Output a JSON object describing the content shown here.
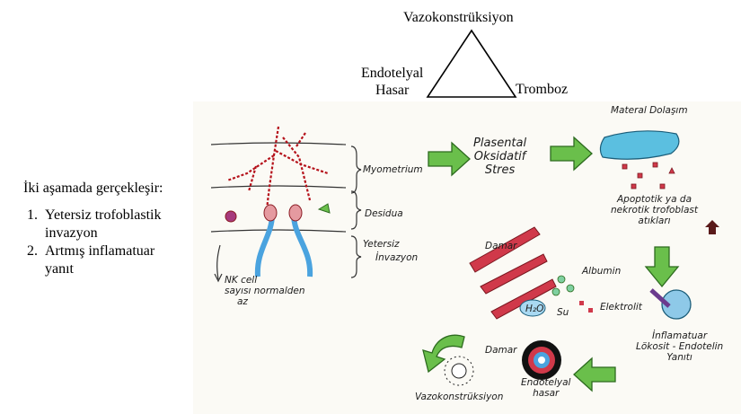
{
  "triangle": {
    "top": "Vazokonstrüksiyon",
    "left_line1": "Endotelyal",
    "left_line2": "Hasar",
    "right": "Tromboz"
  },
  "intro": {
    "heading": "İki aşamada gerçekleşir:",
    "items": [
      {
        "number": "1.",
        "line1": "Yetersiz trofoblastik",
        "line2": "invazyon"
      },
      {
        "number": "2.",
        "line1": "Artmış inflamatuar",
        "line2": "yanıt"
      }
    ]
  },
  "sketch": {
    "layers": [
      "Myometrium",
      "Desidua",
      "Yetersiz",
      "İnvazyon"
    ],
    "nk_cell": {
      "line1": "NK cell",
      "line2": "sayısı normalden",
      "line3": "az"
    },
    "stress": {
      "line1": "Plasental",
      "line2": "Oksidatif",
      "line3": "Stres"
    },
    "maternal": "Materal Dolaşım",
    "debris": {
      "line1": "Apoptotik ya da",
      "line2": "nekrotik trofoblast",
      "line3": "atıkları"
    },
    "vessel": "Damar",
    "albumin": "Albumin",
    "water": "H₂O",
    "water_label": "Su",
    "electrolyte": "Elektrolit",
    "inflammation": {
      "line1": "İnflamatuar",
      "line2": "Lökosit - Endotelin",
      "line3": "Yanıtı"
    },
    "endo": {
      "vessel": "Damar",
      "line1": "Endotelyal",
      "line2": "hasar"
    },
    "vaso": "Vazokonstrüksiyon"
  },
  "colors": {
    "arrow_green": "#6abf4b",
    "myometrium_red": "#b5121b",
    "vessel_red": "#d0394a",
    "artery_blue": "#4aa3df",
    "maternal_blue": "#5bbfe0"
  }
}
